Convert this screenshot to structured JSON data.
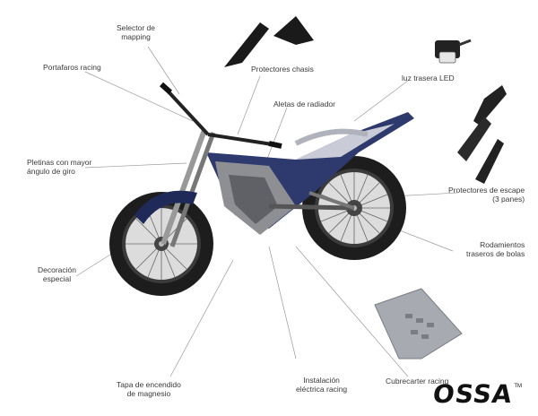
{
  "callouts": {
    "selector_mapping": "Selector de\nmapping",
    "portafaros": "Portafaros racing",
    "protectores_chasis": "Protectores chasis",
    "luz_trasera": "luz trasera LED",
    "aletas_radiador": "Aletas de radiador",
    "pletinas": "Pletinas con mayor\nángulo de giro",
    "protectores_escape": "Protectores de escape\n(3 panes)",
    "rodamientos": "Rodamientos\ntraseros de bolas",
    "decoracion": "Decoración\nespecial",
    "tapa_encendido": "Tapa de encendido\nde magnesio",
    "instalacion": "Instalación\neléctrica racing",
    "cubrecarter": "Cubrecarter racing"
  },
  "brand": {
    "name": "OSSA",
    "trademark": "TM"
  }
}
